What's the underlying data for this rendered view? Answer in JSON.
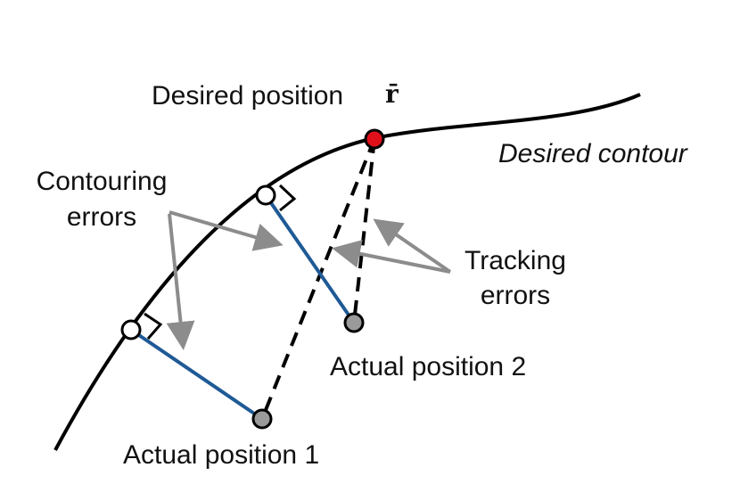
{
  "labels": {
    "desired_position": "Desired position",
    "desired_symbol": "r̄",
    "desired_contour": "Desired contour",
    "contouring_line1": "Contouring",
    "contouring_line2": "errors",
    "tracking_line1": "Tracking",
    "tracking_line2": "errors",
    "actual_position_1": "Actual position 1",
    "actual_position_2": "Actual position 2"
  },
  "colors": {
    "contour": "#000000",
    "desired_point": "#e0101a",
    "actual_point": "#9a9a9a",
    "foot_point": "#ffffff",
    "contouring_error_line": "#1f5a96",
    "tracking_error_line": "#000000",
    "arrow": "#8c8c8c"
  }
}
